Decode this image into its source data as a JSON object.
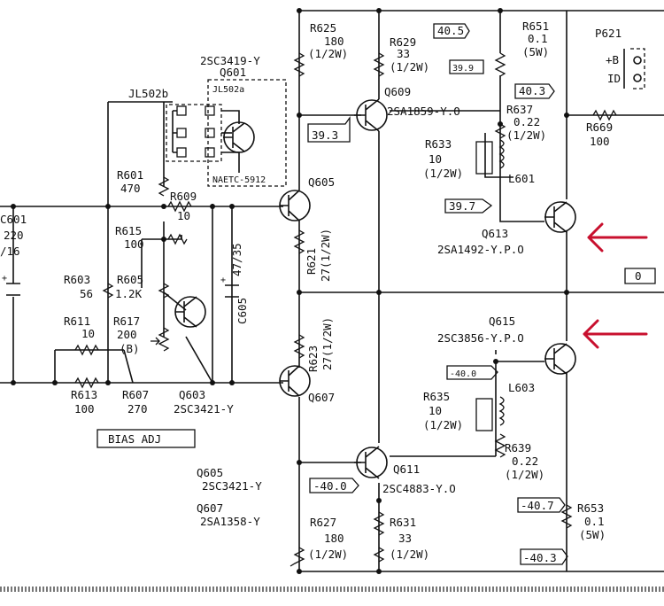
{
  "schematic": {
    "parts": {
      "c601": {
        "ref": "C601",
        "value": "220",
        "extra": "/16"
      },
      "jl502b": {
        "ref": "JL502b"
      },
      "q601": {
        "type": "2SC3419-Y",
        "ref": "Q601",
        "connector": "JL502a",
        "module": "NAETC-5912"
      },
      "r601": {
        "ref": "R601",
        "value": "470"
      },
      "r609": {
        "ref": "R609",
        "value": "10"
      },
      "r615": {
        "ref": "R615",
        "value": "100"
      },
      "r603": {
        "ref": "R603",
        "value": "56"
      },
      "r605": {
        "ref": "R605",
        "value": "1.2K"
      },
      "r611": {
        "ref": "R611",
        "value": "10"
      },
      "r617": {
        "ref": "R617",
        "value": "200",
        "extra": "(B)"
      },
      "r613": {
        "ref": "R613",
        "value": "100"
      },
      "r607": {
        "ref": "R607",
        "value": "270"
      },
      "q603": {
        "ref": "Q603",
        "type": "2SC3421-Y"
      },
      "c605": {
        "ref": "C605",
        "value": "47/35"
      },
      "q605": {
        "ref": "Q605"
      },
      "q607": {
        "ref": "Q607"
      },
      "r621": {
        "ref": "R621",
        "value": "27(1/2W)"
      },
      "r623": {
        "ref": "R623",
        "value": "27(1/2W)"
      },
      "r625": {
        "ref": "R625",
        "value": "180",
        "rating": "(1/2W)"
      },
      "r627": {
        "ref": "R627",
        "value": "180",
        "rating": "(1/2W)"
      },
      "r629": {
        "ref": "R629",
        "value": "33",
        "rating": "(1/2W)"
      },
      "r631": {
        "ref": "R631",
        "value": "33",
        "rating": "(1/2W)"
      },
      "q609": {
        "ref": "Q609",
        "type": "2SA1859-Y.O"
      },
      "q611": {
        "ref": "Q611",
        "type": "2SC4883-Y.O"
      },
      "r633": {
        "ref": "R633",
        "value": "10",
        "rating": "(1/2W)"
      },
      "r635": {
        "ref": "R635",
        "value": "10",
        "rating": "(1/2W)"
      },
      "l601": {
        "ref": "L601"
      },
      "l603": {
        "ref": "L603"
      },
      "r637": {
        "ref": "R637",
        "value": "0.22",
        "rating": "(1/2W)"
      },
      "r639": {
        "ref": "R639",
        "value": "0.22",
        "rating": "(1/2W)"
      },
      "r651": {
        "ref": "R651",
        "value": "0.1",
        "rating": "(5W)"
      },
      "r653": {
        "ref": "R653",
        "value": "0.1",
        "rating": "(5W)"
      },
      "r669": {
        "ref": "R669",
        "value": "100"
      },
      "p621": {
        "ref": "P621",
        "pin1": "+B",
        "pin2": "ID"
      },
      "q613": {
        "ref": "Q613",
        "type": "2SA1492-Y.P.O"
      },
      "q615": {
        "ref": "Q615",
        "type": "2SC3856-Y.P.O"
      },
      "bias_adj": "BIAS ADJ",
      "legend_q605": {
        "ref": "Q605",
        "type": "2SC3421-Y"
      },
      "legend_q607": {
        "ref": "Q607",
        "type": "2SA1358-Y"
      }
    },
    "voltages": {
      "v405": "40.5",
      "v399": "39.9",
      "v403": "40.3",
      "v393": "39.3",
      "v397": "39.7",
      "v0": "0",
      "vm400a": "-40.0",
      "vm400b": "-40.0",
      "vm407": "-40.7",
      "vm403": "-40.3"
    },
    "highlight_color": "#c8102e"
  }
}
